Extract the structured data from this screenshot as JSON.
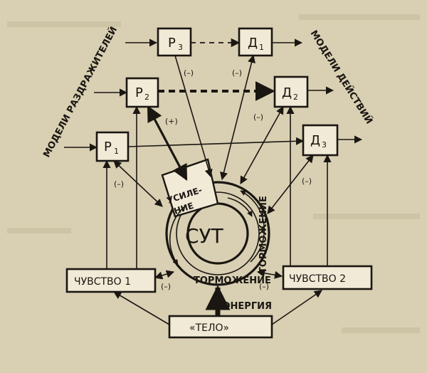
{
  "nodes": {
    "r3": {
      "main": "Р",
      "sub": "3"
    },
    "d1": {
      "main": "Д",
      "sub": "1"
    },
    "r2": {
      "main": "Р",
      "sub": "2"
    },
    "d2": {
      "main": "Д",
      "sub": "2"
    },
    "r1": {
      "main": "Р",
      "sub": "1"
    },
    "d3": {
      "main": "Д",
      "sub": "3"
    },
    "feeling1": "ЧУВСТВО 1",
    "feeling2": "ЧУВСТВО 2",
    "body": "«ТЕЛО»",
    "center": "СУТ"
  },
  "labels": {
    "stimuli_models": "МОДЕЛИ РАЗДРАЖИТЕЛЕЙ",
    "action_models": "МОДЕЛИ ДЕЙСТВИЙ",
    "amplification_1": "УСИЛЕ-",
    "amplification_2": "НИЕ",
    "inhibition_a": "ТОРМОЖЕНИЕ",
    "energy": "ЭНЕРГИЯ",
    "minus": "(–)",
    "plus": "(+)"
  },
  "colors": {
    "paper": "#d9cfb3",
    "ink": "#1a1712",
    "box_fill": "#f1ead6"
  }
}
